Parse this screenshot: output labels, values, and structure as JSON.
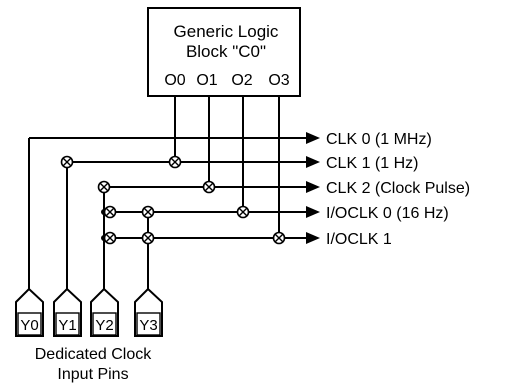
{
  "block": {
    "title_line1": "Generic Logic",
    "title_line2": "Block \"C0\"",
    "pins": [
      "O0",
      "O1",
      "O2",
      "O3"
    ]
  },
  "outputs": [
    "CLK 0 (1 MHz)",
    "CLK 1 (1 Hz)",
    "CLK 2 (Clock Pulse)",
    "I/OCLK 0 (16 Hz)",
    "I/OCLK 1"
  ],
  "inputs": [
    "Y0",
    "Y1",
    "Y2",
    "Y3"
  ],
  "caption": {
    "line1": "Dedicated Clock",
    "line2": "Input Pins"
  }
}
